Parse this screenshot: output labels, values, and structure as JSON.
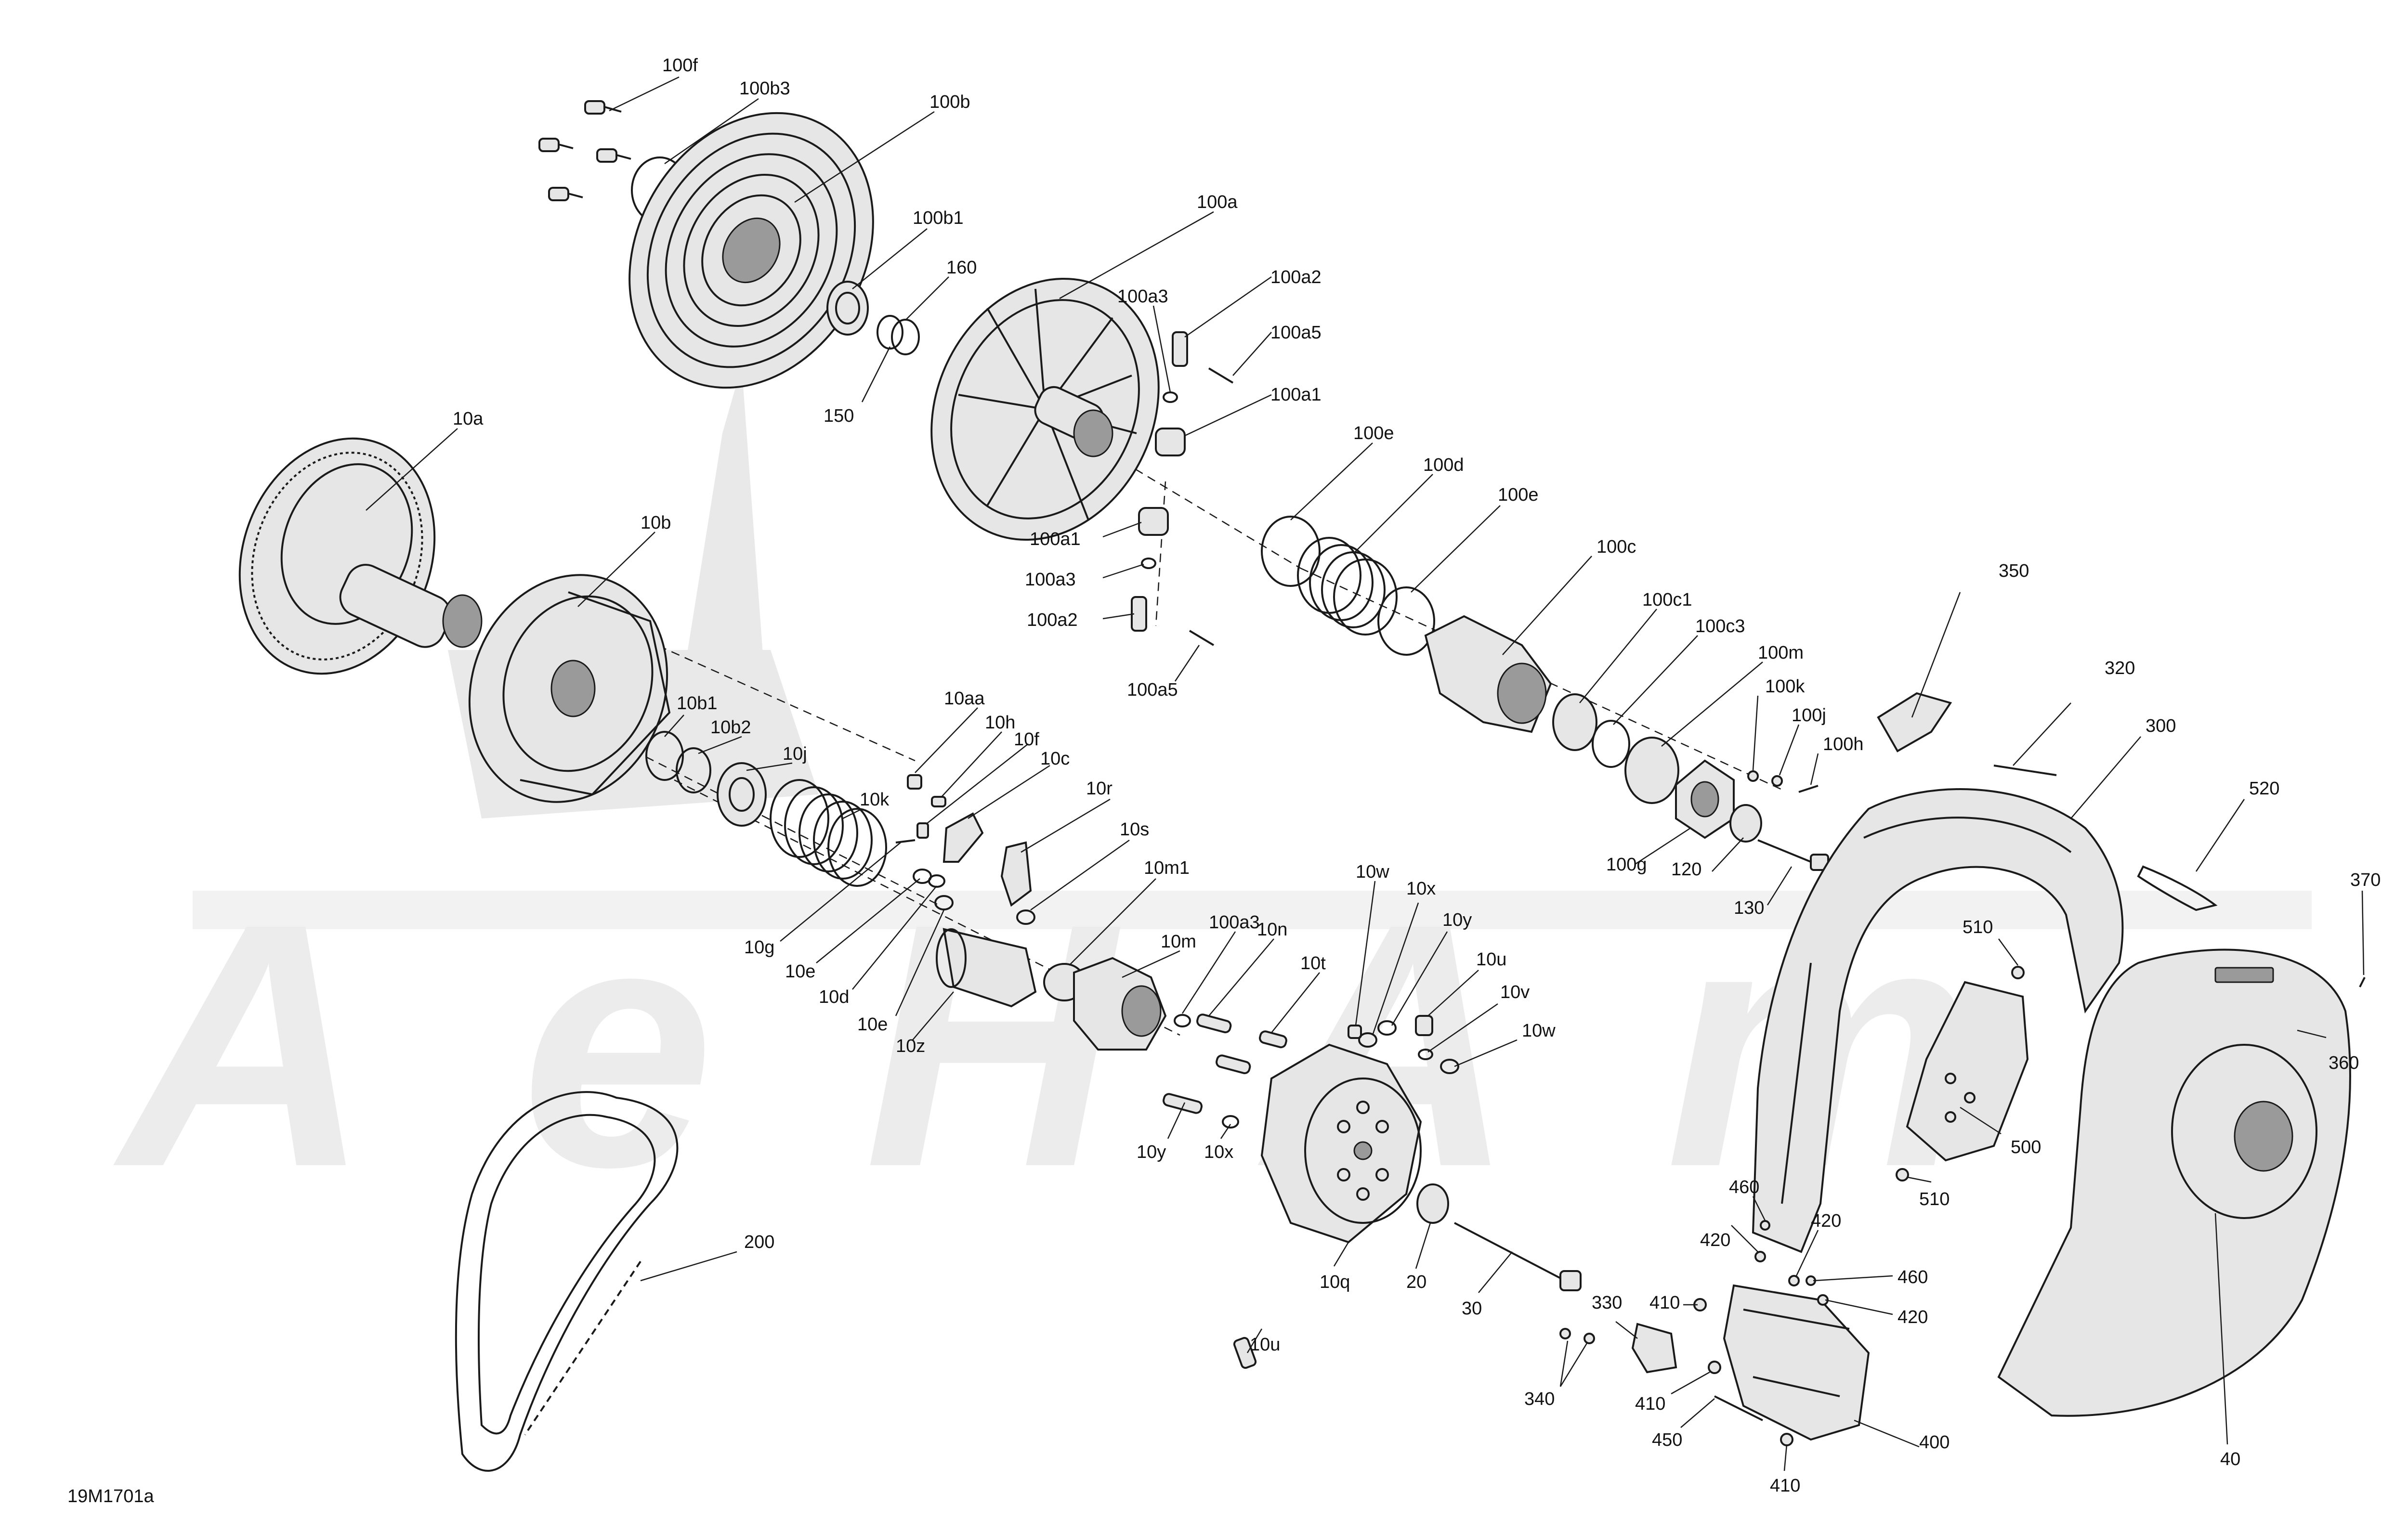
{
  "diagram": {
    "code": "19M1701a",
    "watermark": "AeHAmo"
  },
  "labels": {
    "100f": "100f",
    "100b3": "100b3",
    "100b": "100b",
    "100b1": "100b1",
    "160": "160",
    "150": "150",
    "100a": "100a",
    "100a3": "100a3",
    "100a2": "100a2",
    "100a5": "100a5",
    "100a1": "100a1",
    "100e_left": "100e",
    "100d": "100d",
    "100e_right": "100e",
    "100a1_low": "100a1",
    "100a3_low": "100a3",
    "100a2_low": "100a2",
    "100a5_low": "100a5",
    "100c": "100c",
    "100c1": "100c1",
    "100c3": "100c3",
    "100m": "100m",
    "100k": "100k",
    "100j": "100j",
    "100h": "100h",
    "100g": "100g",
    "120": "120",
    "130": "130",
    "10a": "10a",
    "10b": "10b",
    "10b1": "10b1",
    "10b2": "10b2",
    "10j": "10j",
    "10k": "10k",
    "10aa": "10aa",
    "10h": "10h",
    "10f": "10f",
    "10c": "10c",
    "10r": "10r",
    "10s": "10s",
    "10g": "10g",
    "10e_a": "10e",
    "10d": "10d",
    "10e_b": "10e",
    "10z": "10z",
    "10m1": "10m1",
    "10m": "10m",
    "100a3_mid": "100a3",
    "10n": "10n",
    "10t": "10t",
    "10w_a": "10w",
    "10x_a": "10x",
    "10y_a": "10y",
    "10u_a": "10u",
    "10v": "10v",
    "10w_b": "10w",
    "10y_b": "10y",
    "10x_b": "10x",
    "10q": "10q",
    "20": "20",
    "30": "30",
    "10u_b": "10u",
    "200": "200",
    "350": "350",
    "320": "320",
    "300": "300",
    "520": "520",
    "370": "370",
    "510_a": "510",
    "510_b": "510",
    "500": "500",
    "360": "360",
    "460_a": "460",
    "420_a": "420",
    "420_b": "420",
    "460_b": "460",
    "420_c": "420",
    "410_a": "410",
    "330": "330",
    "340": "340",
    "410_b": "410",
    "450": "450",
    "410_c": "410",
    "400": "400",
    "40": "40"
  }
}
